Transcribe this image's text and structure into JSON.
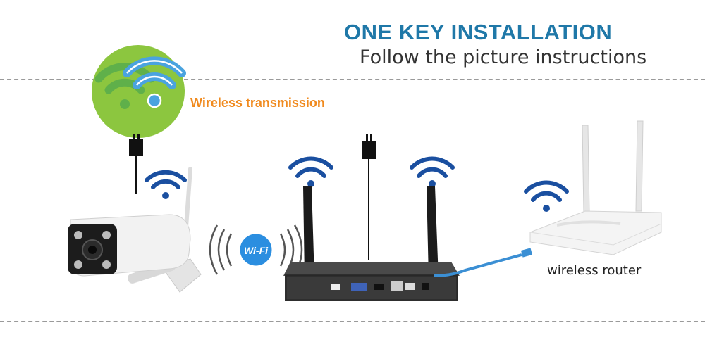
{
  "heading": {
    "title": "ONE KEY INSTALLATION",
    "subtitle": "Follow the picture instructions"
  },
  "labels": {
    "wireless_transmission": "Wireless transmission",
    "wireless_router": "wireless router",
    "wifi_badge": "Wi-Fi"
  },
  "colors": {
    "title_blue": "#1f78a8",
    "label_orange": "#f08a1e",
    "wifi_blue": "#1a4fa0",
    "green_circle": "#8cc63f"
  }
}
